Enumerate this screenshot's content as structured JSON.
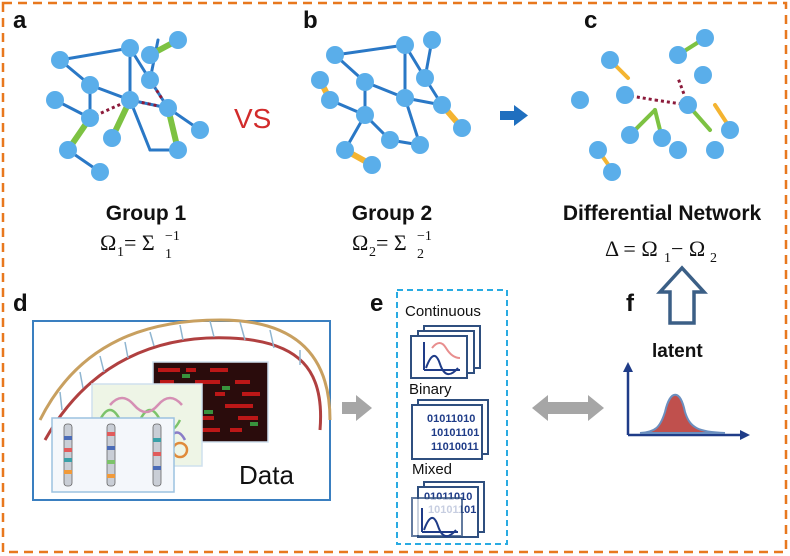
{
  "panels": {
    "a": {
      "letter": "a",
      "title": "Group 1",
      "eq_lhs": "Ω",
      "eq_sub": "1",
      "eq_mid": " = Σ",
      "eq_sup": "−1",
      "eq_sub2": "1"
    },
    "b": {
      "letter": "b",
      "title": "Group 2",
      "eq_lhs": "Ω",
      "eq_sub": "2",
      "eq_mid": " = Σ",
      "eq_sup": "−1",
      "eq_sub2": "2"
    },
    "c": {
      "letter": "c",
      "title": "Differential Network",
      "eq": "Δ = Ω",
      "eq_sub1": "1",
      "eq_minus": " − Ω",
      "eq_sub2": "2"
    },
    "d": {
      "letter": "d",
      "label": "Data"
    },
    "e": {
      "letter": "e",
      "types": [
        "Continuous",
        "Binary",
        "Mixed"
      ],
      "binary_lines": [
        "01011010",
        "10101101",
        "11010011"
      ],
      "mixed_lines": [
        "01011010",
        "10101101"
      ]
    },
    "f": {
      "letter": "f",
      "label": "latent"
    }
  },
  "vs_text": "VS",
  "colors": {
    "node": "#5aaeea",
    "edge": "#2a78c6",
    "edge_green": "#7dc242",
    "edge_yellow": "#f4b431",
    "edge_dotted": "#8b1a3a",
    "border_orange": "#e8781e",
    "dashed_cyan": "#29abe2",
    "arrow_blue": "#1f6fbf",
    "arrow_gray": "#a6a6a6",
    "outline_arrow": "#3b5f86",
    "density_fill": "#c0504d",
    "axes": "#1f3c88"
  }
}
